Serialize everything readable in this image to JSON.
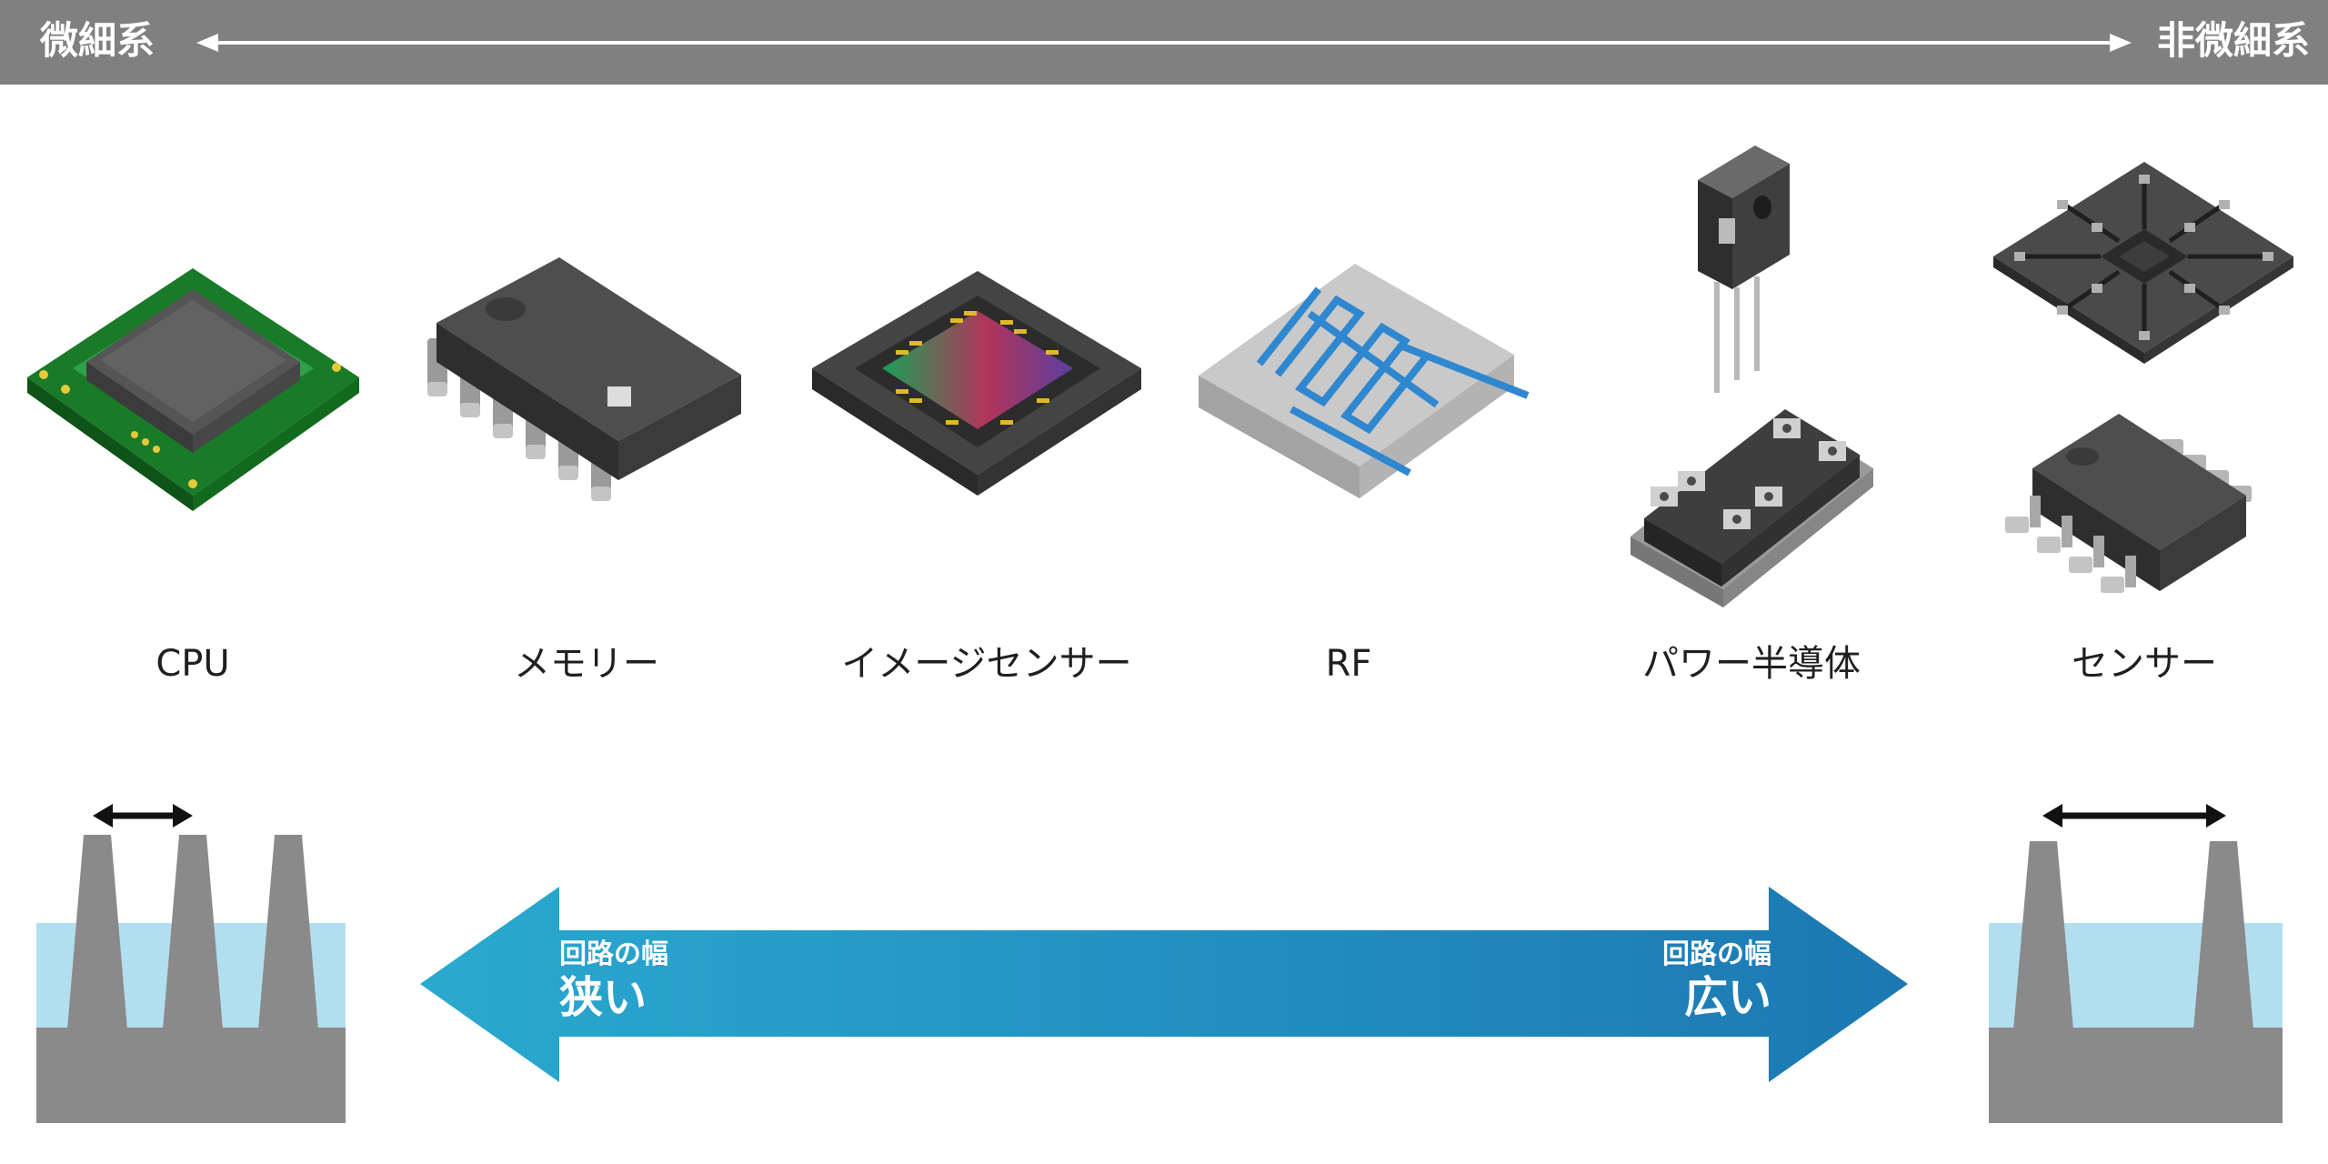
{
  "header": {
    "left_label": "微細系",
    "right_label": "非微細系"
  },
  "products": [
    {
      "label": "CPU"
    },
    {
      "label": "メモリー"
    },
    {
      "label": "イメージセンサー"
    },
    {
      "label": "RF"
    },
    {
      "label": "パワー半導体"
    },
    {
      "label": "センサー"
    }
  ],
  "width_arrow": {
    "left_caption": "回路の幅",
    "left_value": "狭い",
    "right_caption": "回路の幅",
    "right_value": "広い"
  },
  "colors": {
    "header_bar": "#808080",
    "arrow_start": "#2aa9d0",
    "arrow_end": "#1c78b2",
    "fluid": "#b2dff0",
    "structure": "#8a8a8a"
  }
}
